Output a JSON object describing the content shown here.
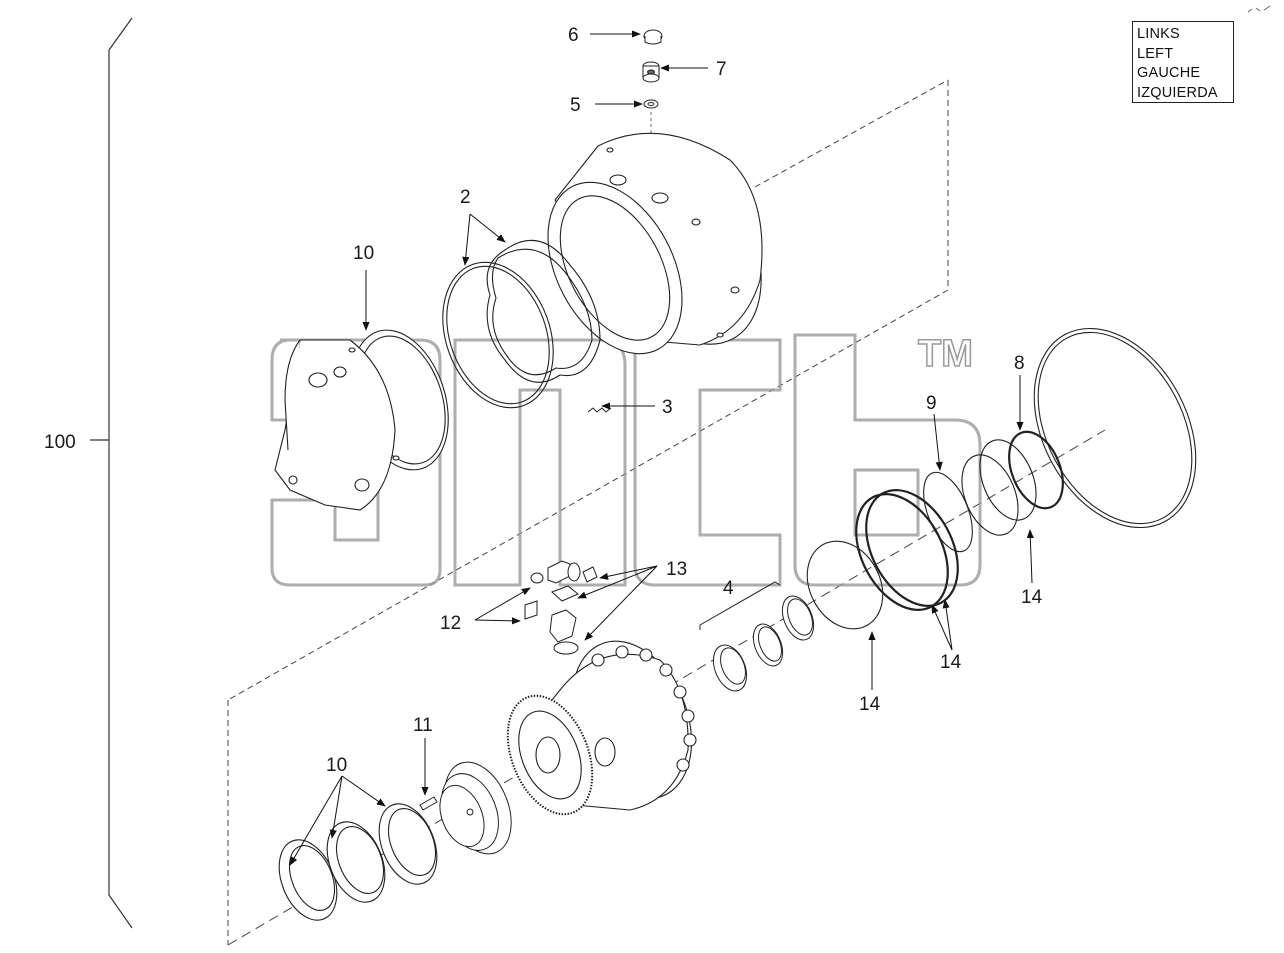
{
  "legend": [
    "LINKS",
    "LEFT",
    "GAUCHE",
    "IZQUIERDA"
  ],
  "watermark": {
    "trademark": "TM"
  },
  "assembly_label": "100",
  "callouts": {
    "c2": "2",
    "c3": "3",
    "c4": "4",
    "c5": "5",
    "c6": "6",
    "c7": "7",
    "c8": "8",
    "c9": "9",
    "c10a": "10",
    "c10b": "10",
    "c11": "11",
    "c12": "12",
    "c13": "13",
    "c14a": "14",
    "c14b": "14",
    "c14c": "14"
  }
}
